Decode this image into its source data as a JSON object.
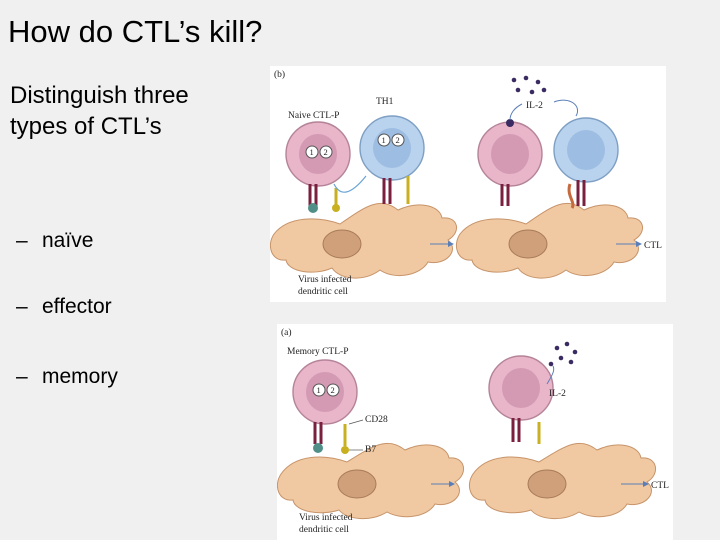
{
  "slide": {
    "title": "How do CTL’s kill?",
    "intro": "Distinguish three types of CTL’s",
    "bullets": [
      {
        "dash": "–",
        "text": "naïve"
      },
      {
        "dash": "–",
        "text": "effector"
      },
      {
        "dash": "–",
        "text": "memory"
      }
    ]
  },
  "figure_b": {
    "panel_label": "(b)",
    "naive_label": "Naive CTL-P",
    "th1_label": "TH1",
    "il2_label": "IL-2",
    "signal_1": "1",
    "signal_2": "2",
    "host_label_line1": "Virus infected",
    "host_label_line2": "dendritic cell",
    "result_label": "CTL"
  },
  "figure_a": {
    "panel_label": "(a)",
    "memory_label": "Memory CTL-P",
    "cd28_label": "CD28",
    "b7_label": "B7",
    "il2_label": "IL-2",
    "signal_1": "1",
    "signal_2": "2",
    "host_label_line1": "Virus infected",
    "host_label_line2": "dendritic cell",
    "result_label": "CTL"
  },
  "colors": {
    "ctl_cell": "#e8b5c9",
    "ctl_nucleus": "#c58aa5",
    "th_cell": "#b9d3ee",
    "th_nucleus": "#8fb3dc",
    "host_cell": "#f0c9a2",
    "host_nucleus": "#cfa07a",
    "il2_dots": "#3a2b63",
    "tcr": "#7a1f3d",
    "cd28": "#c8b020",
    "mhc": "#4f8f88",
    "arrow": "#5a7fb8"
  }
}
